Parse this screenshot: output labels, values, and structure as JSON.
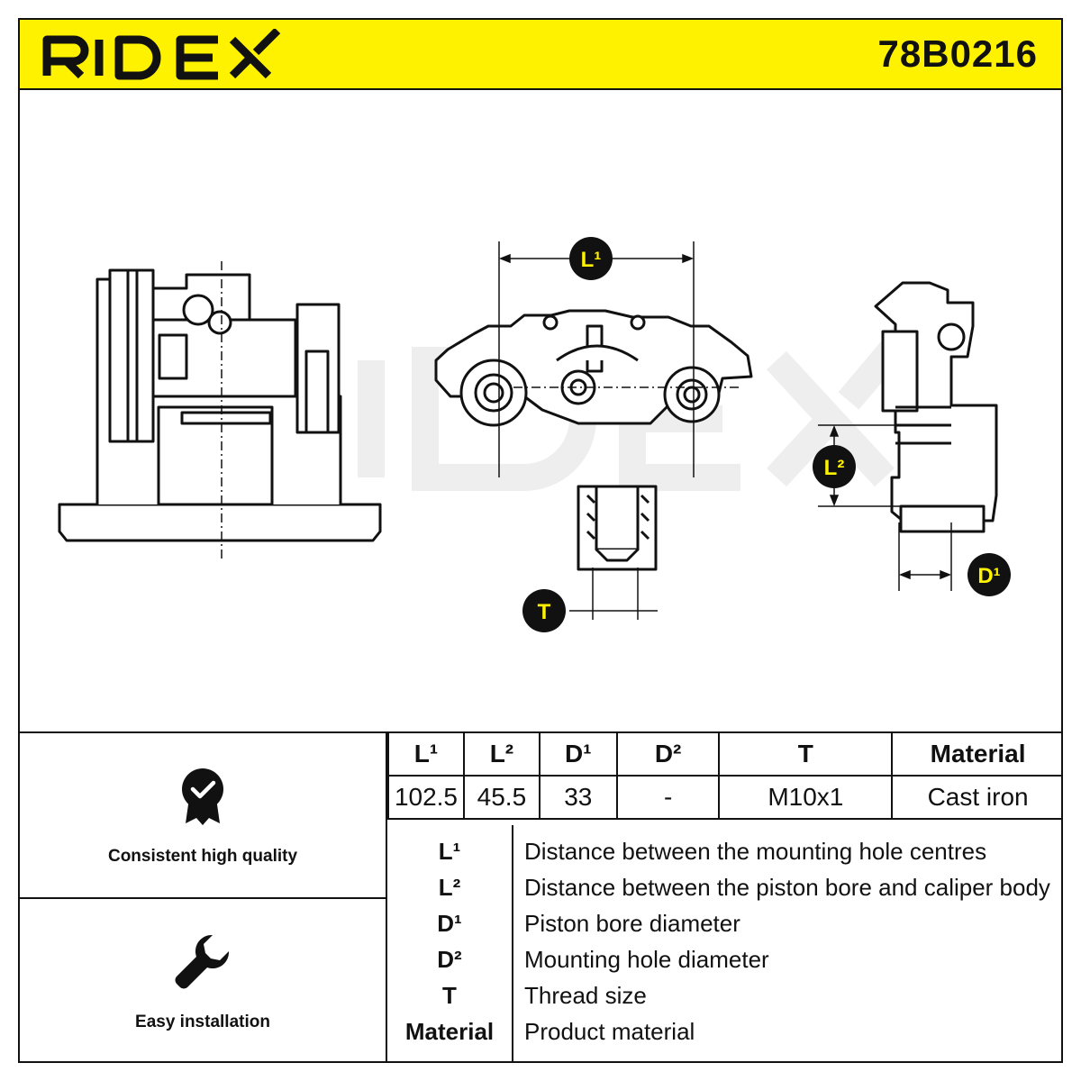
{
  "brand": {
    "name": "RIDEX"
  },
  "part_number": "78B0216",
  "drawing": {
    "labels": {
      "l1": "L¹",
      "l2": "L²",
      "d1": "D¹",
      "t": "T"
    }
  },
  "features": [
    {
      "label": "Consistent high quality",
      "icon": "quality-badge-icon"
    },
    {
      "label": "Easy installation",
      "icon": "wrench-icon"
    }
  ],
  "spec_table": {
    "headers": [
      "L¹",
      "L²",
      "D¹",
      "D²",
      "T",
      "Material"
    ],
    "values": [
      "102.5",
      "45.5",
      "33",
      "-",
      "M10x1",
      "Cast iron"
    ]
  },
  "legend": [
    {
      "key": "L¹",
      "text": "Distance between the mounting hole centres"
    },
    {
      "key": "L²",
      "text": "Distance between the piston bore and caliper body"
    },
    {
      "key": "D¹",
      "text": "Piston bore diameter"
    },
    {
      "key": "D²",
      "text": "Mounting hole diameter"
    },
    {
      "key": "T",
      "text": "Thread size"
    },
    {
      "key": "Material",
      "text": "Product material"
    }
  ],
  "colors": {
    "accent": "#fff200",
    "line": "#111111",
    "badge": "#111111"
  }
}
